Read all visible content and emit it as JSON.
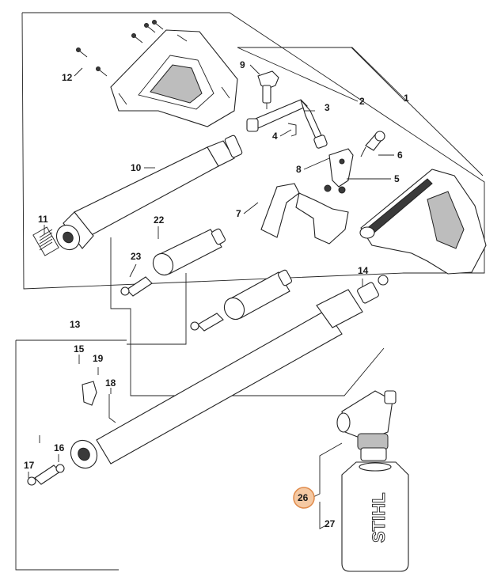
{
  "diagram": {
    "callouts": [
      {
        "id": "c1",
        "text": "1"
      },
      {
        "id": "c2",
        "text": "2"
      },
      {
        "id": "c3",
        "text": "3"
      },
      {
        "id": "c4",
        "text": "4"
      },
      {
        "id": "c5",
        "text": "5"
      },
      {
        "id": "c6",
        "text": "6"
      },
      {
        "id": "c7",
        "text": "7"
      },
      {
        "id": "c8",
        "text": "8"
      },
      {
        "id": "c9",
        "text": "9"
      },
      {
        "id": "c10",
        "text": "10"
      },
      {
        "id": "c11",
        "text": "11"
      },
      {
        "id": "c12",
        "text": "12"
      },
      {
        "id": "c13",
        "text": "13"
      },
      {
        "id": "c14",
        "text": "14"
      },
      {
        "id": "c15",
        "text": "15"
      },
      {
        "id": "c16",
        "text": "16"
      },
      {
        "id": "c17",
        "text": "17"
      },
      {
        "id": "c18",
        "text": "18"
      },
      {
        "id": "c19",
        "text": "19"
      },
      {
        "id": "c22",
        "text": "22"
      },
      {
        "id": "c23",
        "text": "23"
      },
      {
        "id": "c26",
        "text": "26"
      },
      {
        "id": "c27",
        "text": "27"
      }
    ],
    "highlighted_callout": "26",
    "highlight_color": "#f5c9a3",
    "highlight_stroke": "#e08a4a",
    "bottle_brand": "STIHL"
  }
}
